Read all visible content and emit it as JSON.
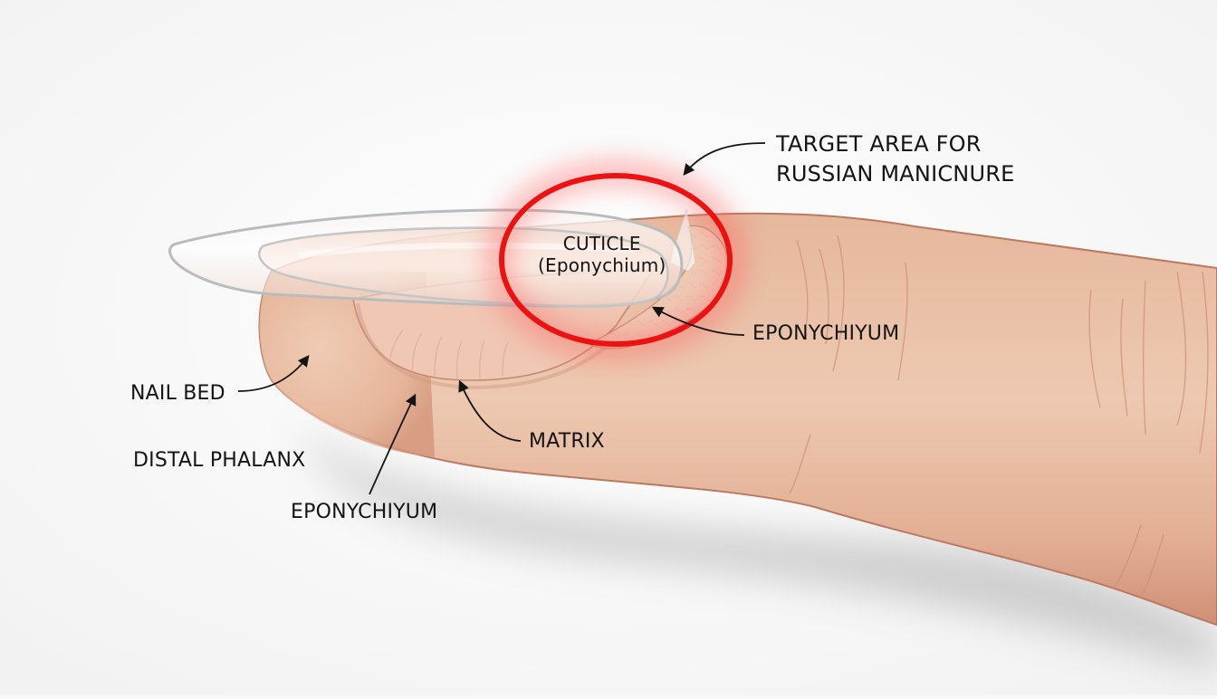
{
  "diagram": {
    "subject": "Finger nail anatomy",
    "colors": {
      "background": "#f9f9f9",
      "skin": "#e8bea5",
      "skin_dark": "#cf8f76",
      "skin_outline": "#b97a62",
      "highlight_ring": "#ee1111",
      "label_text": "#141414",
      "nail_outline": "#b9bcbf"
    },
    "labels": {
      "target_line1": "TARGET AREA FOR",
      "target_line2": "RUSSIAN MANICNURE",
      "cuticle_title": "CUTICLE",
      "cuticle_sub": "(Eponychium)",
      "eponychium_right": "EPONYCHIYUM",
      "nail_bed": "NAIL BED",
      "distal_phalanx": "DISTAL PHALANX",
      "matrix": "MATRIX",
      "eponychium_bottom": "EPONYCHIYUM"
    },
    "icons": {
      "highlight": "red-ellipse-highlight",
      "pointers": "curved-arrow"
    }
  }
}
